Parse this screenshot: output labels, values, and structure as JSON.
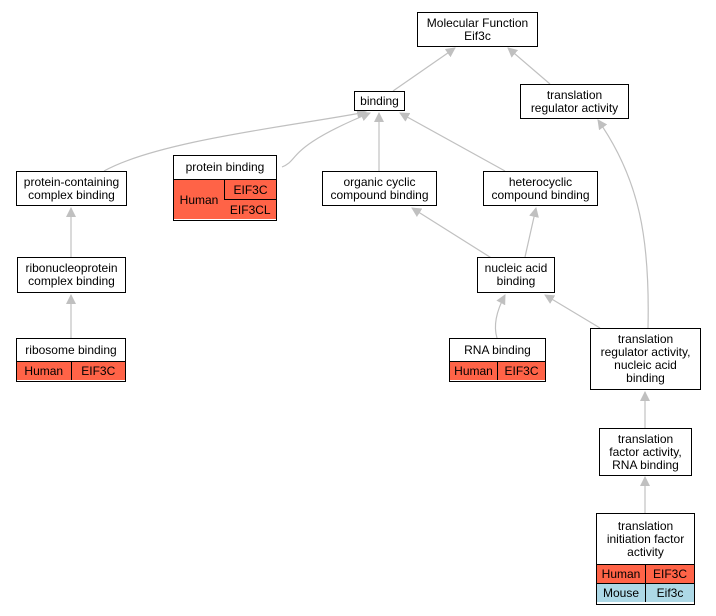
{
  "colors": {
    "human": "#ff6347",
    "mouse": "#add8e6",
    "edge": "#c0c0c0",
    "border": "#000000"
  },
  "nodes": {
    "molecular_function": {
      "label": "Molecular Function\nEif3c"
    },
    "binding": {
      "label": "binding"
    },
    "translation_regulator_activity": {
      "label": "translation\nregulator activity"
    },
    "protein_containing_complex_binding": {
      "label": "protein-containing\ncomplex binding"
    },
    "protein_binding": {
      "label": "protein binding",
      "species": "Human",
      "genes": [
        "EIF3C",
        "EIF3CL"
      ]
    },
    "organic_cyclic_compound_binding": {
      "label": "organic cyclic\ncompound binding"
    },
    "heterocyclic_compound_binding": {
      "label": "heterocyclic\ncompound binding"
    },
    "ribonucleoprotein_complex_binding": {
      "label": "ribonucleoprotein\ncomplex binding"
    },
    "nucleic_acid_binding": {
      "label": "nucleic acid\nbinding"
    },
    "ribosome_binding": {
      "label": "ribosome binding",
      "annotations": [
        {
          "species": "Human",
          "gene": "EIF3C"
        }
      ]
    },
    "rna_binding": {
      "label": "RNA binding",
      "annotations": [
        {
          "species": "Human",
          "gene": "EIF3C"
        }
      ]
    },
    "translation_regulator_activity_nucleic_acid_binding": {
      "label": "translation\nregulator activity,\nnucleic acid\nbinding"
    },
    "translation_factor_activity_rna_binding": {
      "label": "translation\nfactor activity,\nRNA binding"
    },
    "translation_initiation_factor_activity": {
      "label": "translation\ninitiation factor\nactivity",
      "annotations": [
        {
          "species": "Human",
          "gene": "EIF3C"
        },
        {
          "species": "Mouse",
          "gene": "Eif3c"
        }
      ]
    }
  }
}
